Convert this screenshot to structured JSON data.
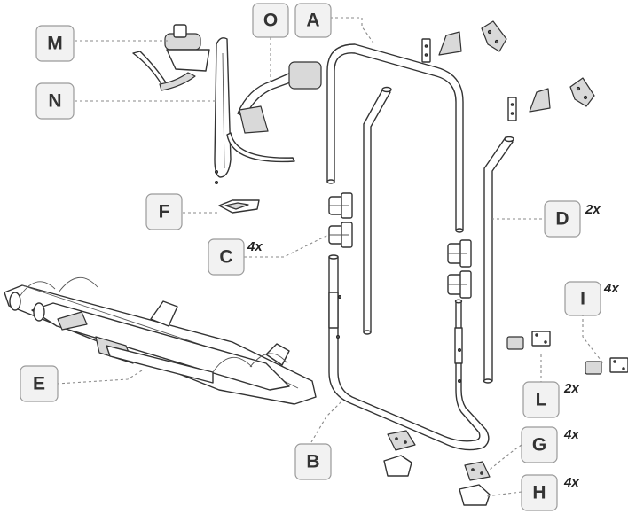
{
  "parts": [
    {
      "id": "M",
      "label": "M",
      "quantity": ""
    },
    {
      "id": "N",
      "label": "N",
      "quantity": ""
    },
    {
      "id": "O",
      "label": "O",
      "quantity": ""
    },
    {
      "id": "A",
      "label": "A",
      "quantity": ""
    },
    {
      "id": "F",
      "label": "F",
      "quantity": ""
    },
    {
      "id": "C",
      "label": "C",
      "quantity": "4x"
    },
    {
      "id": "D",
      "label": "D",
      "quantity": "2x"
    },
    {
      "id": "I",
      "label": "I",
      "quantity": "4x"
    },
    {
      "id": "E",
      "label": "E",
      "quantity": ""
    },
    {
      "id": "L",
      "label": "L",
      "quantity": "2x"
    },
    {
      "id": "G",
      "label": "G",
      "quantity": "4x"
    },
    {
      "id": "B",
      "label": "B",
      "quantity": ""
    },
    {
      "id": "H",
      "label": "H",
      "quantity": "4x"
    }
  ]
}
